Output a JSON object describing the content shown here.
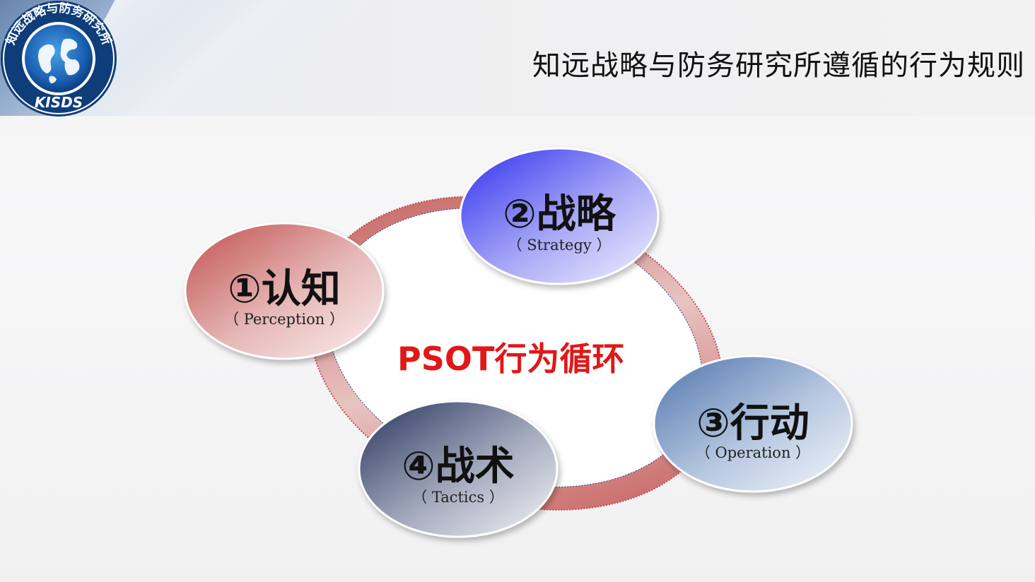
{
  "header": {
    "title": "知远战略与防务研究所遵循的行为规则",
    "logo": {
      "ring_text": "知远战略与防务研究所",
      "acronym": "KISDS"
    }
  },
  "diagram": {
    "center_label": "PSOT行为循环",
    "nodes": [
      {
        "id": "perception",
        "title": "①认知",
        "subtitle": "（ Perception ）",
        "color": "#c0504d"
      },
      {
        "id": "strategy",
        "title": "②战略",
        "subtitle": "（ Strategy ）",
        "color": "#3f3ff0"
      },
      {
        "id": "operation",
        "title": "③行动",
        "subtitle": "（ Operation ）",
        "color": "#5b7fb5"
      },
      {
        "id": "tactics",
        "title": "④战术",
        "subtitle": "（ Tactics ）",
        "color": "#2e3a63"
      }
    ],
    "ring_color": "#c0504d"
  }
}
